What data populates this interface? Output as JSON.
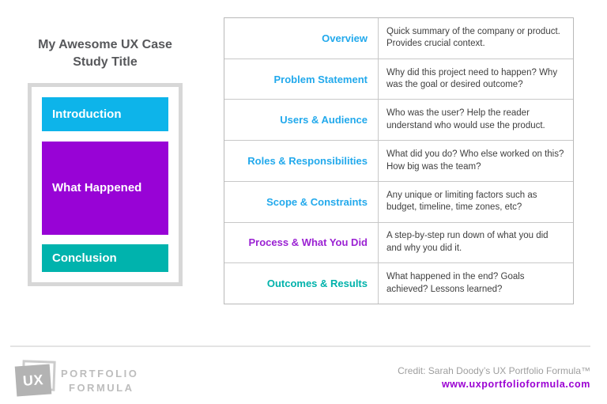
{
  "left_panel": {
    "title": "My Awesome UX Case Study Title",
    "blocks": [
      {
        "label": "Introduction",
        "color": "#0db4ea"
      },
      {
        "label": "What Happened",
        "color": "#9803d6"
      },
      {
        "label": "Conclusion",
        "color": "#00b3ad"
      }
    ]
  },
  "table": {
    "rows": [
      {
        "heading": "Overview",
        "heading_color": "#22a9ec",
        "description": "Quick summary of the company or product. Provides crucial context."
      },
      {
        "heading": "Problem Statement",
        "heading_color": "#22a9ec",
        "description": "Why did this project need to happen? Why was the goal or desired outcome?"
      },
      {
        "heading": "Users & Audience",
        "heading_color": "#22a9ec",
        "description": "Who was the user? Help the reader understand who would use the product."
      },
      {
        "heading": "Roles & Responsibilities",
        "heading_color": "#22a9ec",
        "description": "What did you do? Who else worked on this? How big was the team?"
      },
      {
        "heading": "Scope & Constraints",
        "heading_color": "#22a9ec",
        "description": "Any unique or limiting factors such as budget, timeline, time zones, etc?"
      },
      {
        "heading": "Process & What You Did",
        "heading_color": "#9b22d3",
        "description": "A step-by-step run down of what you did and why you did it."
      },
      {
        "heading": "Outcomes & Results",
        "heading_color": "#00b2ab",
        "description": "What happened in the end? Goals achieved? Lessons learned?"
      }
    ]
  },
  "footer": {
    "logo": {
      "mark": "UX",
      "line1": "PORTFOLIO",
      "line2": "FORMULA"
    },
    "credit_line": "Credit: Sarah Doody’s UX Portfolio Formula™",
    "website": "www.uxportfolioformula.com",
    "website_color": "#9b00d3"
  }
}
